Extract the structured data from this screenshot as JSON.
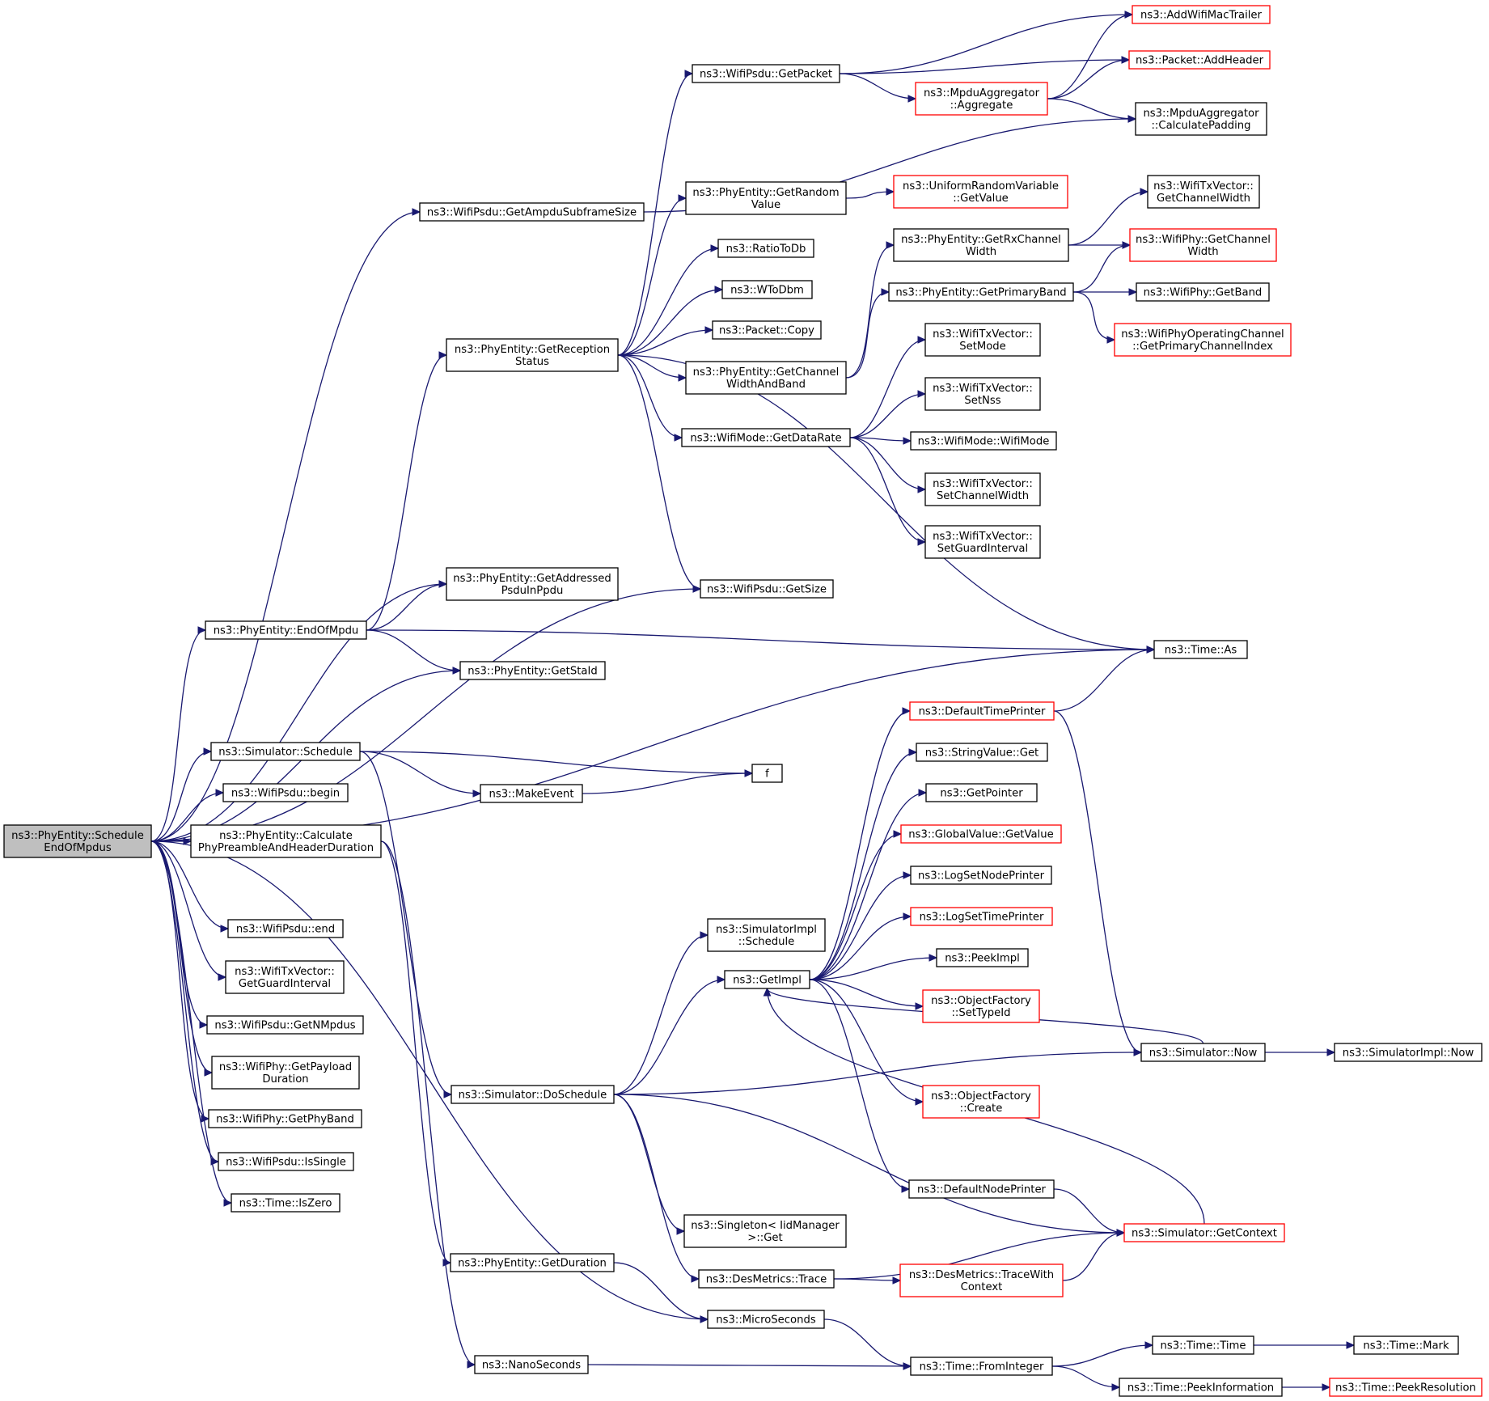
{
  "colors": {
    "edge": "#191970",
    "box_border": "#000000",
    "truncated_border": "#ff0000",
    "root_fill": "#bfbfbf",
    "box_fill": "#ffffff"
  },
  "nodes": [
    {
      "id": "root",
      "lines": [
        "ns3::PhyEntity::Schedule",
        "EndOfMpdus"
      ],
      "style": "root"
    },
    {
      "id": "addWifiMacTrailer",
      "lines": [
        "ns3::AddWifiMacTrailer"
      ],
      "style": "truncated"
    },
    {
      "id": "wifiPsduGetPacket",
      "lines": [
        "ns3::WifiPsdu::GetPacket"
      ],
      "style": "normal"
    },
    {
      "id": "packetAddHeader",
      "lines": [
        "ns3::Packet::AddHeader"
      ],
      "style": "truncated"
    },
    {
      "id": "mpduAggregate",
      "lines": [
        "ns3::MpduAggregator",
        "::Aggregate"
      ],
      "style": "truncated"
    },
    {
      "id": "mpduCalcPadding",
      "lines": [
        "ns3::MpduAggregator",
        "::CalculatePadding"
      ],
      "style": "normal"
    },
    {
      "id": "getAmpduSubframeSize",
      "lines": [
        "ns3::WifiPsdu::GetAmpduSubframeSize"
      ],
      "style": "normal"
    },
    {
      "id": "getRandomValue",
      "lines": [
        "ns3::PhyEntity::GetRandom",
        "Value"
      ],
      "style": "normal"
    },
    {
      "id": "uniformGetValue",
      "lines": [
        "ns3::UniformRandomVariable",
        "::GetValue"
      ],
      "style": "truncated"
    },
    {
      "id": "txGetChannelWidth",
      "lines": [
        "ns3::WifiTxVector::",
        "GetChannelWidth"
      ],
      "style": "normal"
    },
    {
      "id": "ratioToDb",
      "lines": [
        "ns3::RatioToDb"
      ],
      "style": "normal"
    },
    {
      "id": "getRxChannelWidth",
      "lines": [
        "ns3::PhyEntity::GetRxChannel",
        "Width"
      ],
      "style": "normal"
    },
    {
      "id": "phyGetChannelWidth",
      "lines": [
        "ns3::WifiPhy::GetChannel",
        "Width"
      ],
      "style": "truncated"
    },
    {
      "id": "wToDbm",
      "lines": [
        "ns3::WToDbm"
      ],
      "style": "normal"
    },
    {
      "id": "getPrimaryBand",
      "lines": [
        "ns3::PhyEntity::GetPrimaryBand"
      ],
      "style": "normal"
    },
    {
      "id": "phyGetBand",
      "lines": [
        "ns3::WifiPhy::GetBand"
      ],
      "style": "normal"
    },
    {
      "id": "getPrimaryChannelIndex",
      "lines": [
        "ns3::WifiPhyOperatingChannel",
        "::GetPrimaryChannelIndex"
      ],
      "style": "truncated"
    },
    {
      "id": "packetCopy",
      "lines": [
        "ns3::Packet::Copy"
      ],
      "style": "normal"
    },
    {
      "id": "setMode",
      "lines": [
        "ns3::WifiTxVector::",
        "SetMode"
      ],
      "style": "normal"
    },
    {
      "id": "getReceptionStatus",
      "lines": [
        "ns3::PhyEntity::GetReception",
        "Status"
      ],
      "style": "normal"
    },
    {
      "id": "getChannelWidthAndBand",
      "lines": [
        "ns3::PhyEntity::GetChannel",
        "WidthAndBand"
      ],
      "style": "normal"
    },
    {
      "id": "setNss",
      "lines": [
        "ns3::WifiTxVector::",
        "SetNss"
      ],
      "style": "normal"
    },
    {
      "id": "getDataRate",
      "lines": [
        "ns3::WifiMode::GetDataRate"
      ],
      "style": "normal"
    },
    {
      "id": "wifiModeCtor",
      "lines": [
        "ns3::WifiMode::WifiMode"
      ],
      "style": "normal"
    },
    {
      "id": "setChannelWidth",
      "lines": [
        "ns3::WifiTxVector::",
        "SetChannelWidth"
      ],
      "style": "normal"
    },
    {
      "id": "setGuardInterval",
      "lines": [
        "ns3::WifiTxVector::",
        "SetGuardInterval"
      ],
      "style": "normal"
    },
    {
      "id": "getAddressedPsdu",
      "lines": [
        "ns3::PhyEntity::GetAddressed",
        "PsduInPpdu"
      ],
      "style": "normal"
    },
    {
      "id": "psduGetSize",
      "lines": [
        "ns3::WifiPsdu::GetSize"
      ],
      "style": "normal"
    },
    {
      "id": "endOfMpdu",
      "lines": [
        "ns3::PhyEntity::EndOfMpdu"
      ],
      "style": "normal"
    },
    {
      "id": "timeAs",
      "lines": [
        "ns3::Time::As"
      ],
      "style": "normal"
    },
    {
      "id": "getStaId",
      "lines": [
        "ns3::PhyEntity::GetStaId"
      ],
      "style": "normal"
    },
    {
      "id": "defaultTimePrinter",
      "lines": [
        "ns3::DefaultTimePrinter"
      ],
      "style": "truncated"
    },
    {
      "id": "simSchedule",
      "lines": [
        "ns3::Simulator::Schedule"
      ],
      "style": "normal"
    },
    {
      "id": "stringValueGet",
      "lines": [
        "ns3::StringValue::Get"
      ],
      "style": "normal"
    },
    {
      "id": "fFunc",
      "lines": [
        "f"
      ],
      "style": "normal"
    },
    {
      "id": "psduBegin",
      "lines": [
        "ns3::WifiPsdu::begin"
      ],
      "style": "normal"
    },
    {
      "id": "makeEvent",
      "lines": [
        "ns3::MakeEvent"
      ],
      "style": "normal"
    },
    {
      "id": "getPointer",
      "lines": [
        "ns3::GetPointer"
      ],
      "style": "normal"
    },
    {
      "id": "calcPreamble",
      "lines": [
        "ns3::PhyEntity::Calculate",
        "PhyPreambleAndHeaderDuration"
      ],
      "style": "normal"
    },
    {
      "id": "globalValueGet",
      "lines": [
        "ns3::GlobalValue::GetValue"
      ],
      "style": "truncated"
    },
    {
      "id": "logSetNodePrinter",
      "lines": [
        "ns3::LogSetNodePrinter"
      ],
      "style": "normal"
    },
    {
      "id": "psduEnd",
      "lines": [
        "ns3::WifiPsdu::end"
      ],
      "style": "normal"
    },
    {
      "id": "logSetTimePrinter",
      "lines": [
        "ns3::LogSetTimePrinter"
      ],
      "style": "truncated"
    },
    {
      "id": "simImplSchedule",
      "lines": [
        "ns3::SimulatorImpl",
        "::Schedule"
      ],
      "style": "normal"
    },
    {
      "id": "getGuardInterval",
      "lines": [
        "ns3::WifiTxVector::",
        "GetGuardInterval"
      ],
      "style": "normal"
    },
    {
      "id": "peekImpl",
      "lines": [
        "ns3::PeekImpl"
      ],
      "style": "normal"
    },
    {
      "id": "getImpl",
      "lines": [
        "ns3::GetImpl"
      ],
      "style": "normal"
    },
    {
      "id": "objFactorySetTypeId",
      "lines": [
        "ns3::ObjectFactory",
        "::SetTypeId"
      ],
      "style": "truncated"
    },
    {
      "id": "getNMpdus",
      "lines": [
        "ns3::WifiPsdu::GetNMpdus"
      ],
      "style": "normal"
    },
    {
      "id": "getPayloadDuration",
      "lines": [
        "ns3::WifiPhy::GetPayload",
        "Duration"
      ],
      "style": "normal"
    },
    {
      "id": "simNow",
      "lines": [
        "ns3::Simulator::Now"
      ],
      "style": "normal"
    },
    {
      "id": "simImplNow",
      "lines": [
        "ns3::SimulatorImpl::Now"
      ],
      "style": "normal"
    },
    {
      "id": "objFactoryCreate",
      "lines": [
        "ns3::ObjectFactory",
        "::Create"
      ],
      "style": "truncated"
    },
    {
      "id": "doSchedule",
      "lines": [
        "ns3::Simulator::DoSchedule"
      ],
      "style": "normal"
    },
    {
      "id": "getPhyBand",
      "lines": [
        "ns3::WifiPhy::GetPhyBand"
      ],
      "style": "normal"
    },
    {
      "id": "isSingle",
      "lines": [
        "ns3::WifiPsdu::IsSingle"
      ],
      "style": "normal"
    },
    {
      "id": "defaultNodePrinter",
      "lines": [
        "ns3::DefaultNodePrinter"
      ],
      "style": "normal"
    },
    {
      "id": "isZero",
      "lines": [
        "ns3::Time::IsZero"
      ],
      "style": "normal"
    },
    {
      "id": "singletonGet",
      "lines": [
        "ns3::Singleton< IidManager",
        " >::Get"
      ],
      "style": "normal"
    },
    {
      "id": "simGetContext",
      "lines": [
        "ns3::Simulator::GetContext"
      ],
      "style": "truncated"
    },
    {
      "id": "getDuration",
      "lines": [
        "ns3::PhyEntity::GetDuration"
      ],
      "style": "normal"
    },
    {
      "id": "desMetricsTrace",
      "lines": [
        "ns3::DesMetrics::Trace"
      ],
      "style": "normal"
    },
    {
      "id": "traceWithContext",
      "lines": [
        "ns3::DesMetrics::TraceWith",
        "Context"
      ],
      "style": "truncated"
    },
    {
      "id": "microSeconds",
      "lines": [
        "ns3::MicroSeconds"
      ],
      "style": "normal"
    },
    {
      "id": "timeTime",
      "lines": [
        "ns3::Time::Time"
      ],
      "style": "normal"
    },
    {
      "id": "timeMark",
      "lines": [
        "ns3::Time::Mark"
      ],
      "style": "normal"
    },
    {
      "id": "nanoSeconds",
      "lines": [
        "ns3::NanoSeconds"
      ],
      "style": "normal"
    },
    {
      "id": "fromInteger",
      "lines": [
        "ns3::Time::FromInteger"
      ],
      "style": "normal"
    },
    {
      "id": "peekInformation",
      "lines": [
        "ns3::Time::PeekInformation"
      ],
      "style": "normal"
    },
    {
      "id": "peekResolution",
      "lines": [
        "ns3::Time::PeekResolution"
      ],
      "style": "truncated"
    }
  ],
  "edges": [
    [
      "root",
      "getAmpduSubframeSize"
    ],
    [
      "root",
      "getAddressedPsdu"
    ],
    [
      "root",
      "psduGetSize"
    ],
    [
      "root",
      "endOfMpdu"
    ],
    [
      "root",
      "getStaId"
    ],
    [
      "root",
      "timeAs"
    ],
    [
      "root",
      "simSchedule"
    ],
    [
      "root",
      "psduBegin"
    ],
    [
      "root",
      "calcPreamble"
    ],
    [
      "root",
      "microSeconds"
    ],
    [
      "root",
      "psduEnd"
    ],
    [
      "root",
      "getGuardInterval"
    ],
    [
      "root",
      "getNMpdus"
    ],
    [
      "root",
      "getPayloadDuration"
    ],
    [
      "root",
      "getPhyBand"
    ],
    [
      "root",
      "isSingle"
    ],
    [
      "root",
      "isZero"
    ],
    [
      "getAmpduSubframeSize",
      "mpduCalcPadding"
    ],
    [
      "wifiPsduGetPacket",
      "addWifiMacTrailer"
    ],
    [
      "wifiPsduGetPacket",
      "packetAddHeader"
    ],
    [
      "wifiPsduGetPacket",
      "mpduAggregate"
    ],
    [
      "mpduAggregate",
      "addWifiMacTrailer"
    ],
    [
      "mpduAggregate",
      "packetAddHeader"
    ],
    [
      "mpduAggregate",
      "mpduCalcPadding"
    ],
    [
      "getRandomValue",
      "uniformGetValue"
    ],
    [
      "getRxChannelWidth",
      "txGetChannelWidth"
    ],
    [
      "getRxChannelWidth",
      "phyGetChannelWidth"
    ],
    [
      "getPrimaryBand",
      "phyGetChannelWidth"
    ],
    [
      "getPrimaryBand",
      "phyGetBand"
    ],
    [
      "getPrimaryBand",
      "getPrimaryChannelIndex"
    ],
    [
      "getReceptionStatus",
      "wifiPsduGetPacket"
    ],
    [
      "getReceptionStatus",
      "getRandomValue"
    ],
    [
      "getReceptionStatus",
      "ratioToDb"
    ],
    [
      "getReceptionStatus",
      "wToDbm"
    ],
    [
      "getReceptionStatus",
      "packetCopy"
    ],
    [
      "getReceptionStatus",
      "getChannelWidthAndBand"
    ],
    [
      "getReceptionStatus",
      "getDataRate"
    ],
    [
      "getReceptionStatus",
      "psduGetSize"
    ],
    [
      "getReceptionStatus",
      "timeAs"
    ],
    [
      "getChannelWidthAndBand",
      "getRxChannelWidth"
    ],
    [
      "getChannelWidthAndBand",
      "getPrimaryBand"
    ],
    [
      "getDataRate",
      "setMode"
    ],
    [
      "getDataRate",
      "setNss"
    ],
    [
      "getDataRate",
      "wifiModeCtor"
    ],
    [
      "getDataRate",
      "setChannelWidth"
    ],
    [
      "getDataRate",
      "setGuardInterval"
    ],
    [
      "endOfMpdu",
      "getReceptionStatus"
    ],
    [
      "endOfMpdu",
      "getAddressedPsdu"
    ],
    [
      "endOfMpdu",
      "timeAs"
    ],
    [
      "endOfMpdu",
      "getStaId"
    ],
    [
      "defaultTimePrinter",
      "timeAs"
    ],
    [
      "defaultTimePrinter",
      "simNow"
    ],
    [
      "simSchedule",
      "fFunc"
    ],
    [
      "simSchedule",
      "makeEvent"
    ],
    [
      "simSchedule",
      "doSchedule"
    ],
    [
      "makeEvent",
      "fFunc"
    ],
    [
      "calcPreamble",
      "getDuration"
    ],
    [
      "calcPreamble",
      "nanoSeconds"
    ],
    [
      "getImpl",
      "defaultTimePrinter"
    ],
    [
      "getImpl",
      "stringValueGet"
    ],
    [
      "getImpl",
      "getPointer"
    ],
    [
      "getImpl",
      "globalValueGet"
    ],
    [
      "getImpl",
      "logSetNodePrinter"
    ],
    [
      "getImpl",
      "logSetTimePrinter"
    ],
    [
      "getImpl",
      "peekImpl"
    ],
    [
      "getImpl",
      "objFactorySetTypeId"
    ],
    [
      "getImpl",
      "objFactoryCreate"
    ],
    [
      "getImpl",
      "defaultNodePrinter"
    ],
    [
      "simNow",
      "getImpl"
    ],
    [
      "simNow",
      "simImplNow"
    ],
    [
      "doSchedule",
      "simImplSchedule"
    ],
    [
      "doSchedule",
      "getImpl"
    ],
    [
      "doSchedule",
      "simNow"
    ],
    [
      "doSchedule",
      "singletonGet"
    ],
    [
      "doSchedule",
      "desMetricsTrace"
    ],
    [
      "doSchedule",
      "simGetContext"
    ],
    [
      "defaultNodePrinter",
      "simGetContext"
    ],
    [
      "simGetContext",
      "getImpl"
    ],
    [
      "getDuration",
      "microSeconds"
    ],
    [
      "desMetricsTrace",
      "traceWithContext"
    ],
    [
      "desMetricsTrace",
      "simGetContext"
    ],
    [
      "traceWithContext",
      "simGetContext"
    ],
    [
      "microSeconds",
      "fromInteger"
    ],
    [
      "nanoSeconds",
      "fromInteger"
    ],
    [
      "fromInteger",
      "timeTime"
    ],
    [
      "fromInteger",
      "peekInformation"
    ],
    [
      "timeTime",
      "timeMark"
    ],
    [
      "peekInformation",
      "peekResolution"
    ]
  ]
}
